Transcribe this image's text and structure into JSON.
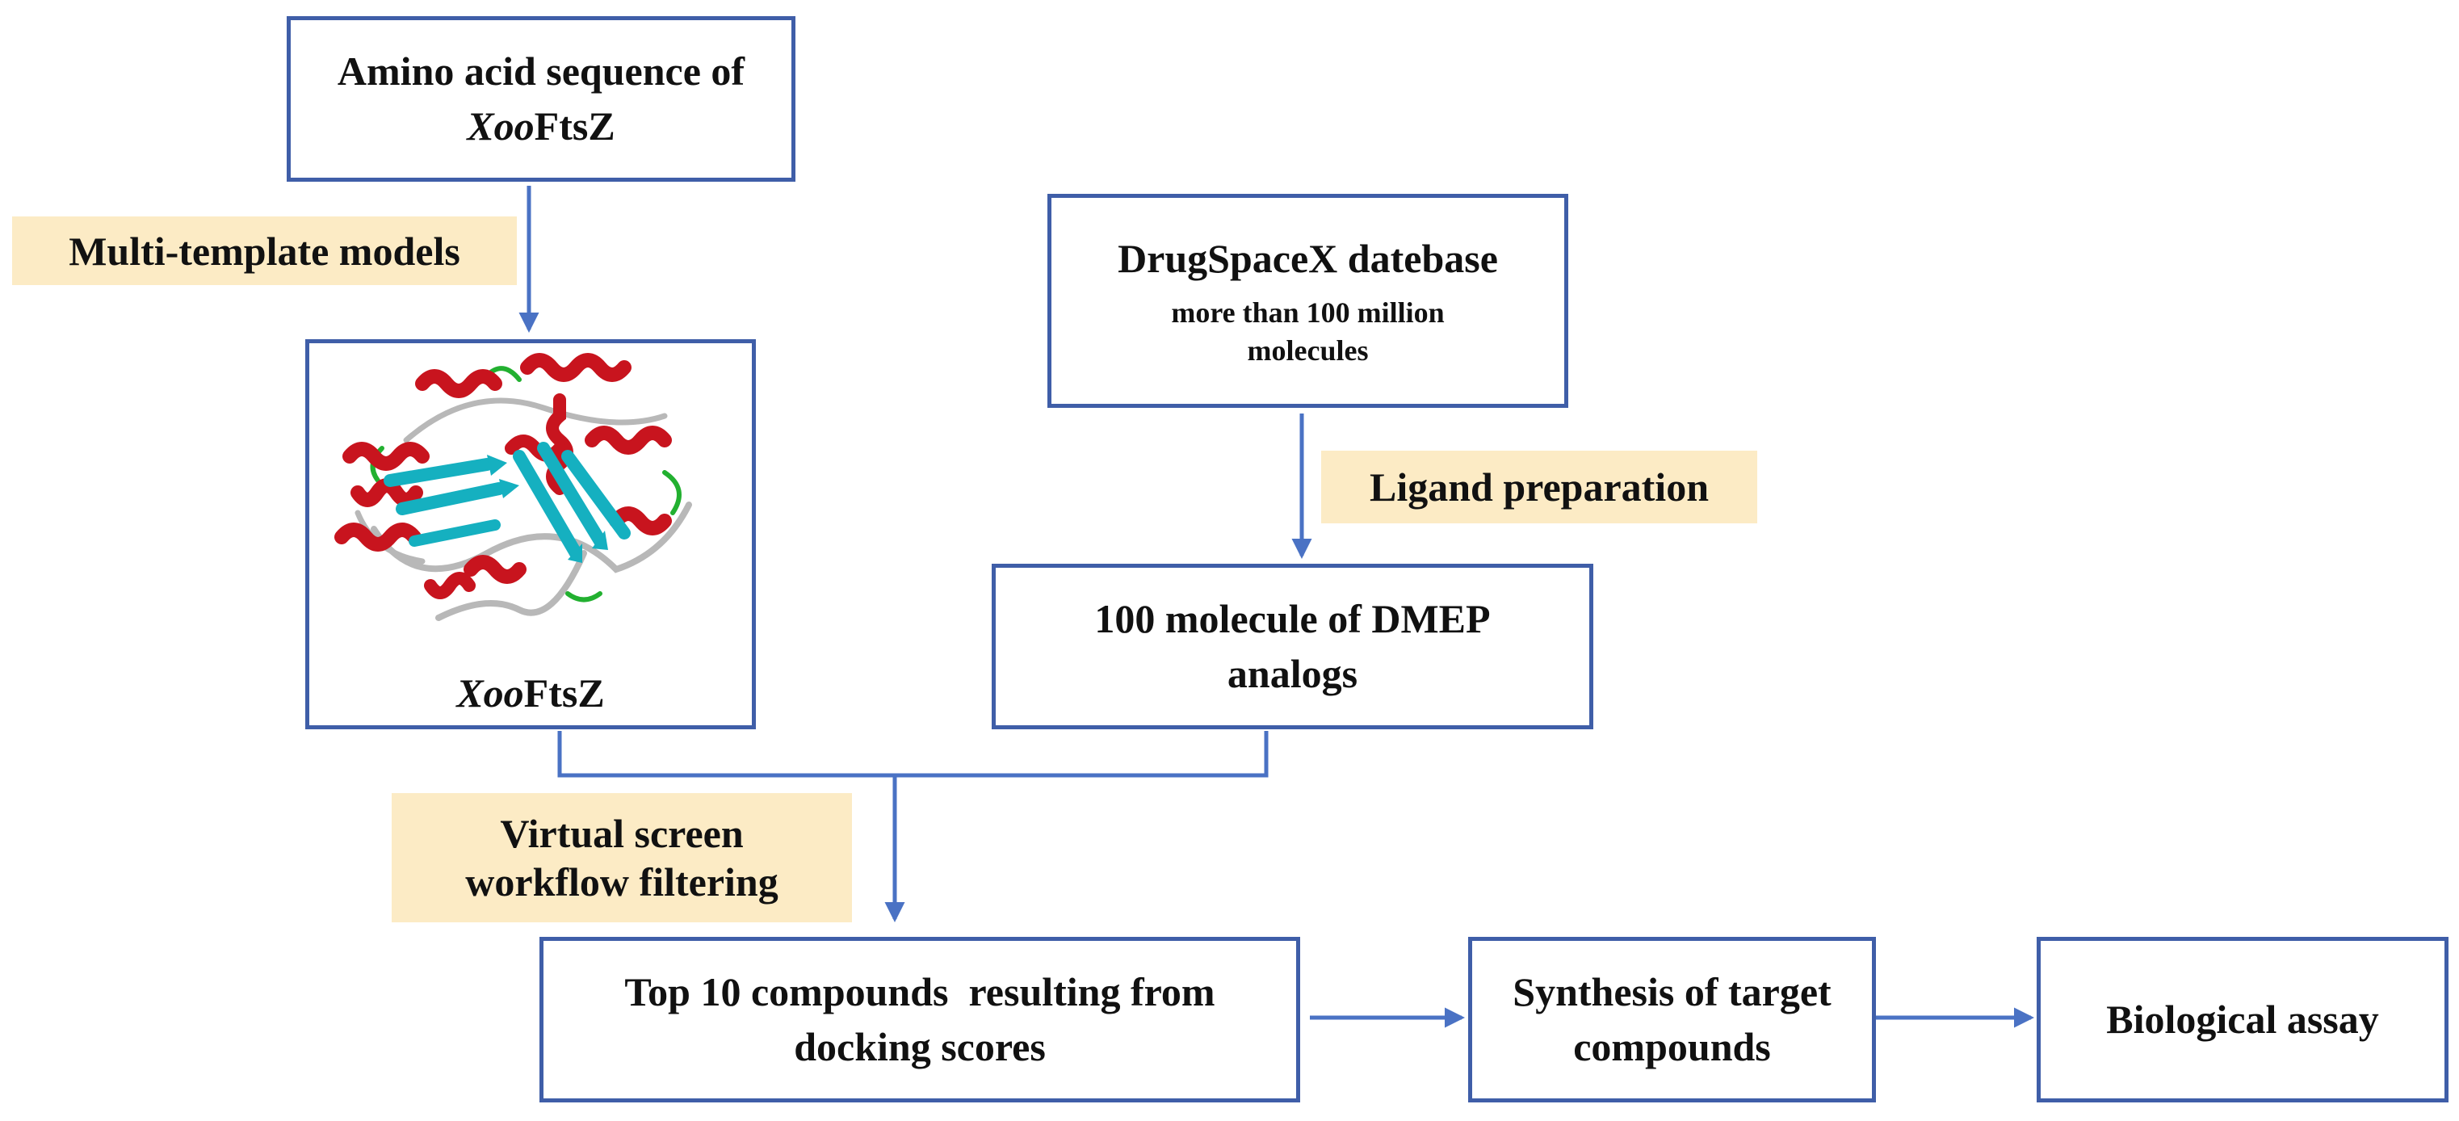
{
  "boxes": {
    "sequence": {
      "line1": "Amino acid sequence of",
      "italic": "Xoo",
      "rest": "FtsZ"
    },
    "structure": {
      "italic": "Xoo",
      "rest": "FtsZ"
    },
    "database": {
      "title": "DrugSpaceX datebase",
      "sub1": "more than 100 million",
      "sub2": "molecules"
    },
    "dmep": {
      "line1": "100 molecule of DMEP",
      "line2": "analogs"
    },
    "top10": {
      "line1": "Top 10 compounds  resulting from",
      "line2": "docking scores"
    },
    "synthesis": {
      "line1": "Synthesis of target",
      "line2": "compounds"
    },
    "assay": {
      "line1": "Biological assay"
    }
  },
  "labels": {
    "multi_template": "Multi-template models",
    "ligand_prep": "Ligand preparation",
    "virtual_screen_1": "Virtual screen",
    "virtual_screen_2": "workflow filtering"
  },
  "colors": {
    "box_border": "#3f5ea8",
    "arrow": "#4a72c4",
    "label_bg": "#fcebc5",
    "helix": "#c8141e",
    "sheet": "#15b0c0",
    "loop": "#b8b8b8",
    "turn": "#22b030"
  },
  "icons": [
    "protein-ribbon-structure"
  ]
}
